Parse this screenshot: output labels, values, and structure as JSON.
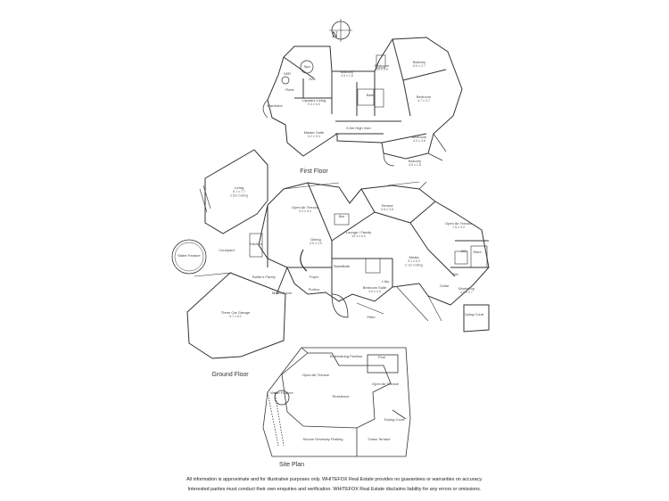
{
  "compass": {
    "label": "N"
  },
  "titles": {
    "first_floor": "First Floor",
    "ground_floor": "Ground Floor",
    "site_plan": "Site Plan"
  },
  "first_floor": {
    "rooms": [
      {
        "name": "Balcony",
        "dim": "4.9 x 1.8"
      },
      {
        "name": "Balcony",
        "dim": "6.0 x 2.7"
      },
      {
        "name": "Bedroom",
        "dim": "4.0 x 3.9"
      },
      {
        "name": "Bedroom",
        "dim": "4.7 x 3.7"
      },
      {
        "name": "Upstairs Living",
        "dim": "5.3 x 5.0"
      },
      {
        "name": "Master Suite",
        "dim": "5.2 x 5.0"
      },
      {
        "name": "Bedroom",
        "dim": "4.0 x 3.8"
      },
      {
        "name": "Balcony",
        "dim": "4.6 x 1.8"
      },
      {
        "name": "5.5m High Void",
        "dim": ""
      },
      {
        "name": "Spa",
        "dim": ""
      },
      {
        "name": "Ens",
        "dim": ""
      },
      {
        "name": "WIR",
        "dim": ""
      },
      {
        "name": "Bath",
        "dim": ""
      },
      {
        "name": "Robe",
        "dim": ""
      },
      {
        "name": "Wardrobe",
        "dim": ""
      }
    ]
  },
  "ground_floor": {
    "rooms": [
      {
        "name": "Living",
        "dim": "8.1 x 7.7",
        "extra": "2.5m Ceiling"
      },
      {
        "name": "Open Air Terrace",
        "dim": "5.3 x 4.0",
        "extra": ""
      },
      {
        "name": "Terrace",
        "dim": "5.8 x 3.8",
        "extra": ""
      },
      {
        "name": "Open Air Terrace",
        "dim": "7.6 x 3.3",
        "extra": ""
      },
      {
        "name": "Lounge / Family",
        "dim": "10.4 x 6.0",
        "extra": ""
      },
      {
        "name": "Dining",
        "dim": "4.6 x 4.5",
        "extra": ""
      },
      {
        "name": "Media",
        "dim": "5.1 x 5.3",
        "extra": "2.1m Ceiling"
      },
      {
        "name": "Courtyard",
        "dim": "",
        "extra": ""
      },
      {
        "name": "Water Feature",
        "dim": "",
        "extra": ""
      },
      {
        "name": "Kitchen",
        "dim": "",
        "extra": ""
      },
      {
        "name": "Butler's Pantry",
        "dim": "",
        "extra": ""
      },
      {
        "name": "Music Room",
        "dim": "",
        "extra": ""
      },
      {
        "name": "Foyer",
        "dim": "",
        "extra": ""
      },
      {
        "name": "Portico",
        "dim": "",
        "extra": ""
      },
      {
        "name": "Bedroom Suite",
        "dim": "4.0 x 4.0",
        "extra": ""
      },
      {
        "name": "Patio",
        "dim": "",
        "extra": ""
      },
      {
        "name": "Workshop",
        "dim": "4.0 x 3.7",
        "extra": ""
      },
      {
        "name": "Drying Court",
        "dim": "",
        "extra": ""
      },
      {
        "name": "Three Car Garage",
        "dim": "9.7 x 8.1",
        "extra": ""
      },
      {
        "name": "Bar",
        "dim": "",
        "extra": ""
      },
      {
        "name": "Bath",
        "dim": "",
        "extra": ""
      },
      {
        "name": "Cellar",
        "dim": "",
        "extra": ""
      },
      {
        "name": "Stairs",
        "dim": "",
        "extra": ""
      },
      {
        "name": "L'dry",
        "dim": "",
        "extra": ""
      },
      {
        "name": "WC",
        "dim": "",
        "extra": ""
      },
      {
        "name": "Wc",
        "dim": "",
        "extra": ""
      },
      {
        "name": "Store",
        "dim": "",
        "extra": ""
      }
    ]
  },
  "site_plan": {
    "labels": [
      {
        "name": "Entertaining Pavilion"
      },
      {
        "name": "Pool"
      },
      {
        "name": "Open Air Terrace"
      },
      {
        "name": "Open Air Terrace"
      },
      {
        "name": "Residence"
      },
      {
        "name": "Water Feature"
      },
      {
        "name": "Drying Court"
      },
      {
        "name": "Secure Driveway Parking"
      },
      {
        "name": "Grass Terrace"
      }
    ]
  },
  "disclaimer": {
    "line1": "All information is approximate and for illustrative purposes only. WHITEFOX Real Estate provides no guarantees or warranties on accuracy.",
    "line2": "Interested parties must conduct their own enquiries and verification. WHITEFOX Real Estate disclaims liability for any errors or omissions."
  }
}
